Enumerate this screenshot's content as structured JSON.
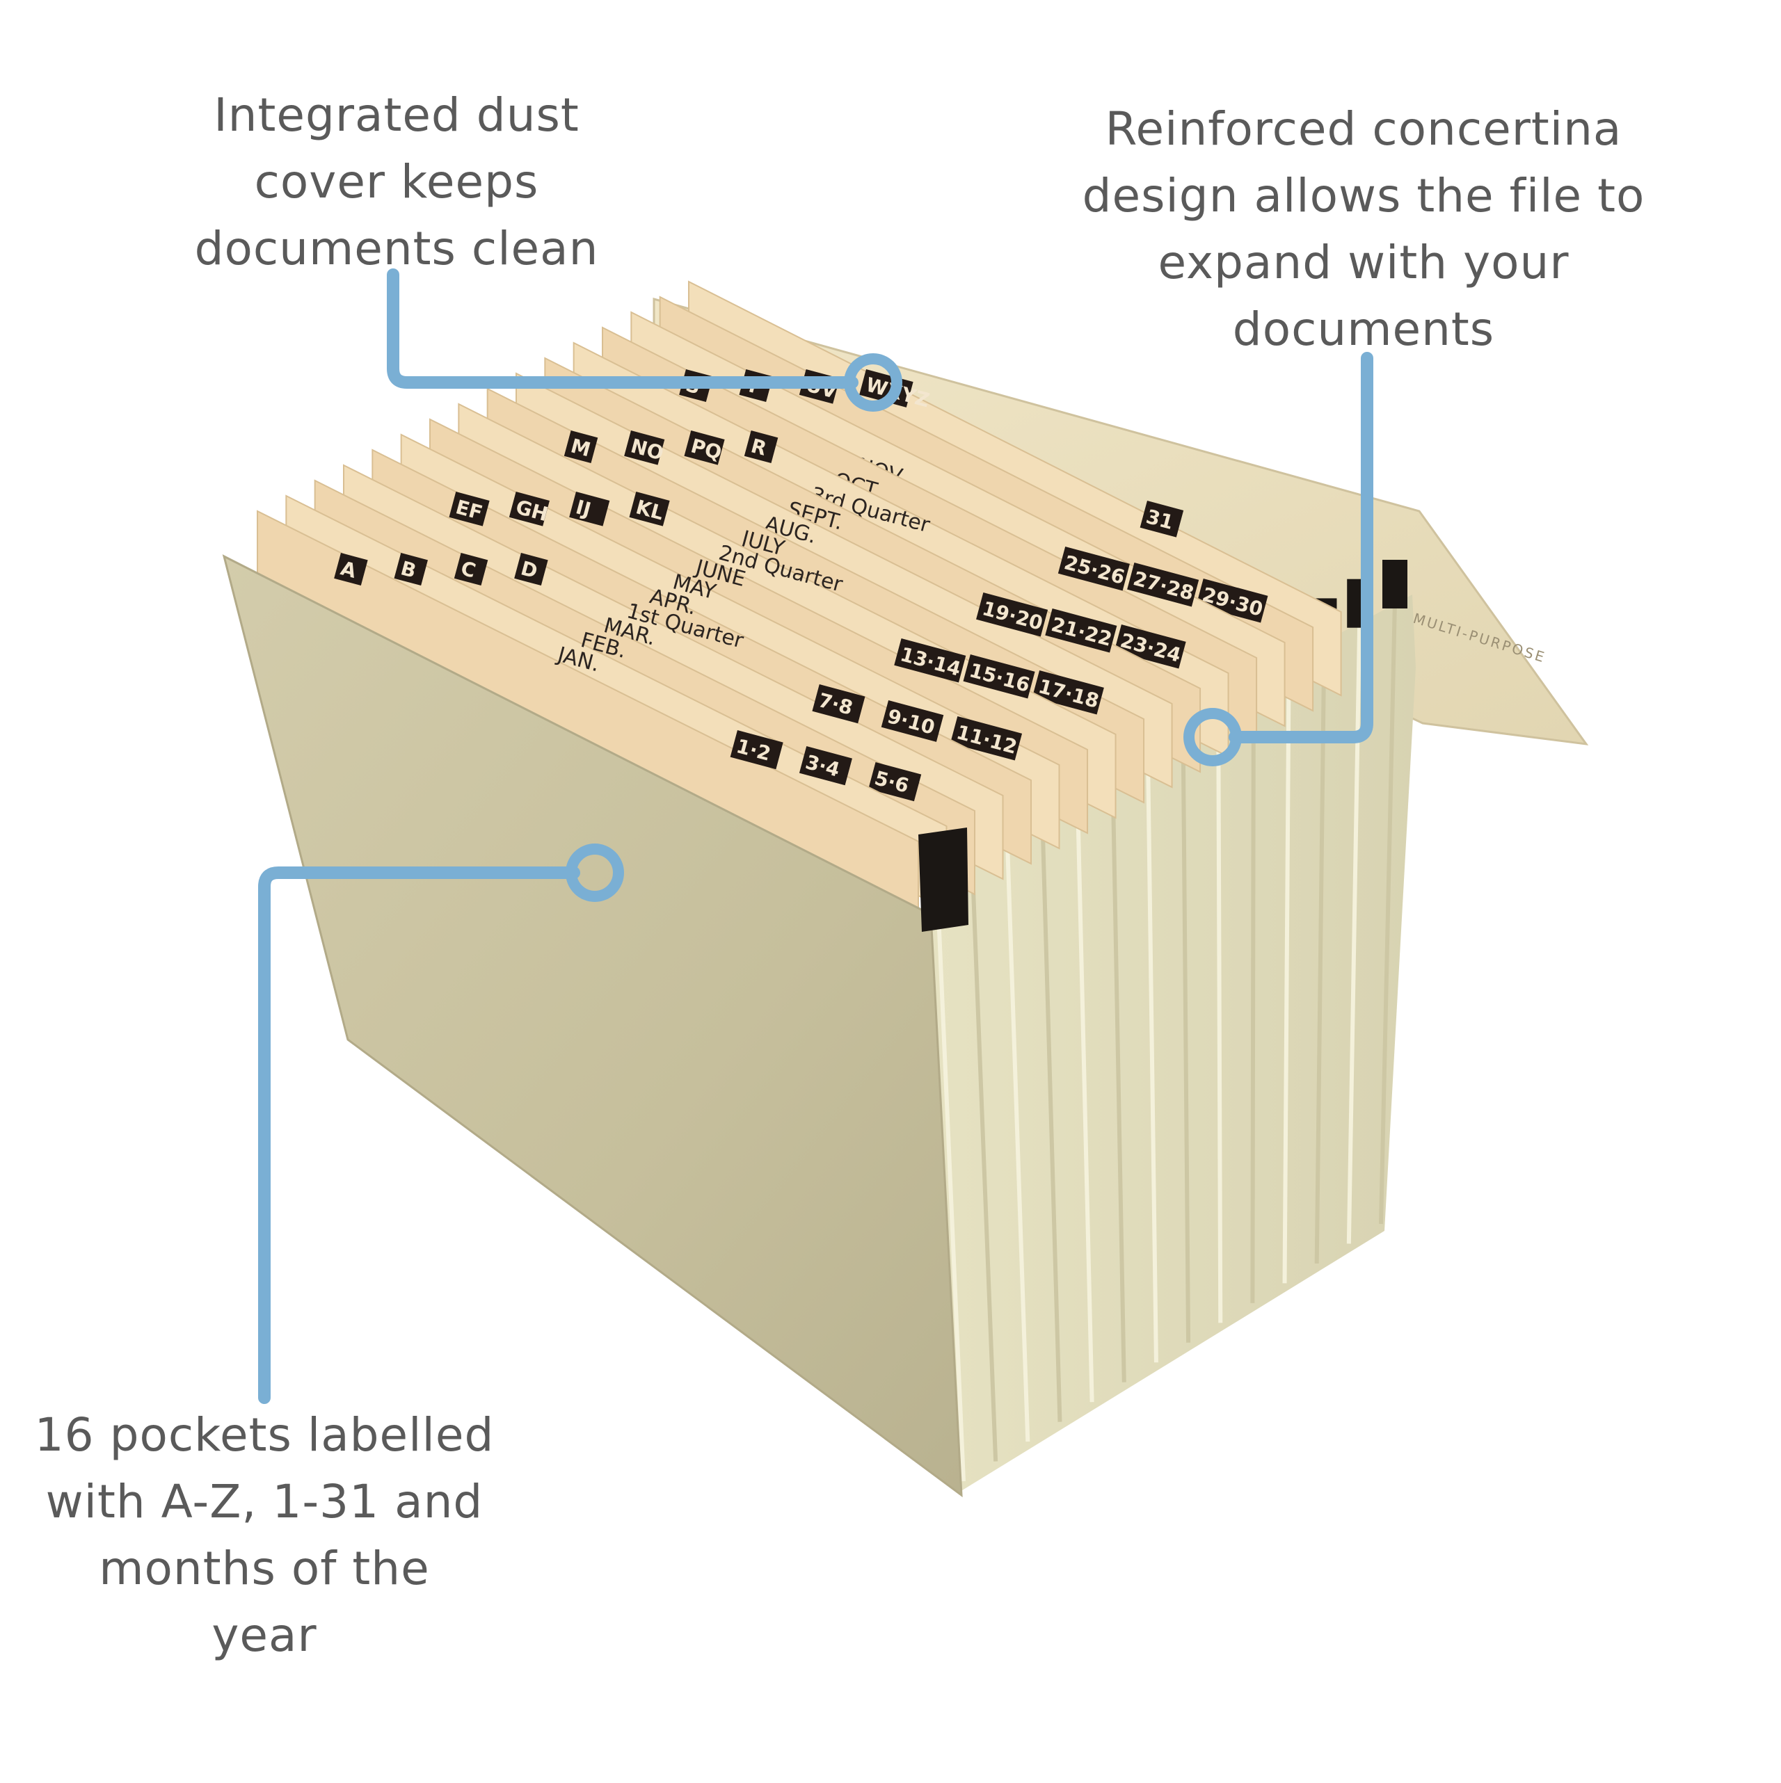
{
  "callouts": {
    "dust_cover": {
      "lines": [
        "Integrated dust",
        "cover keeps",
        "documents clean"
      ]
    },
    "concertina": {
      "lines": [
        "Reinforced concertina",
        "design allows the file to",
        "expand with your",
        "documents"
      ]
    },
    "pockets": {
      "lines": [
        "16 pockets labelled",
        "with A-Z, 1-31 and",
        "months of the",
        "year"
      ]
    }
  },
  "product": {
    "flap_print": "MULTI-PURPOSE",
    "alpha_tabs": [
      "A",
      "B",
      "C",
      "D",
      "EF",
      "GH",
      "IJ",
      "KL",
      "M",
      "NO",
      "PQ",
      "R",
      "S",
      "T",
      "UV",
      "WXYZ"
    ],
    "number_tabs": [
      "1·2",
      "3·4",
      "5·6",
      "7·8",
      "9·10",
      "11·12",
      "13·14",
      "15·16",
      "17·18",
      "19·20",
      "21·22",
      "23·24",
      "25·26",
      "27·28",
      "29·30",
      "31"
    ],
    "month_labels": [
      "JAN.",
      "FEB.",
      "MAR.",
      "1st Quarter",
      "APR.",
      "MAY",
      "JUNE",
      "2nd Quarter",
      "JULY",
      "AUG.",
      "SEPT.",
      "3rd Quarter",
      "OCT.",
      "NOV."
    ]
  },
  "colors": {
    "accent": "#7aafd4",
    "text": "#5a5a5a",
    "card": "#ece3c8",
    "divider": "#f1d9b4",
    "tab": "#231a16"
  }
}
